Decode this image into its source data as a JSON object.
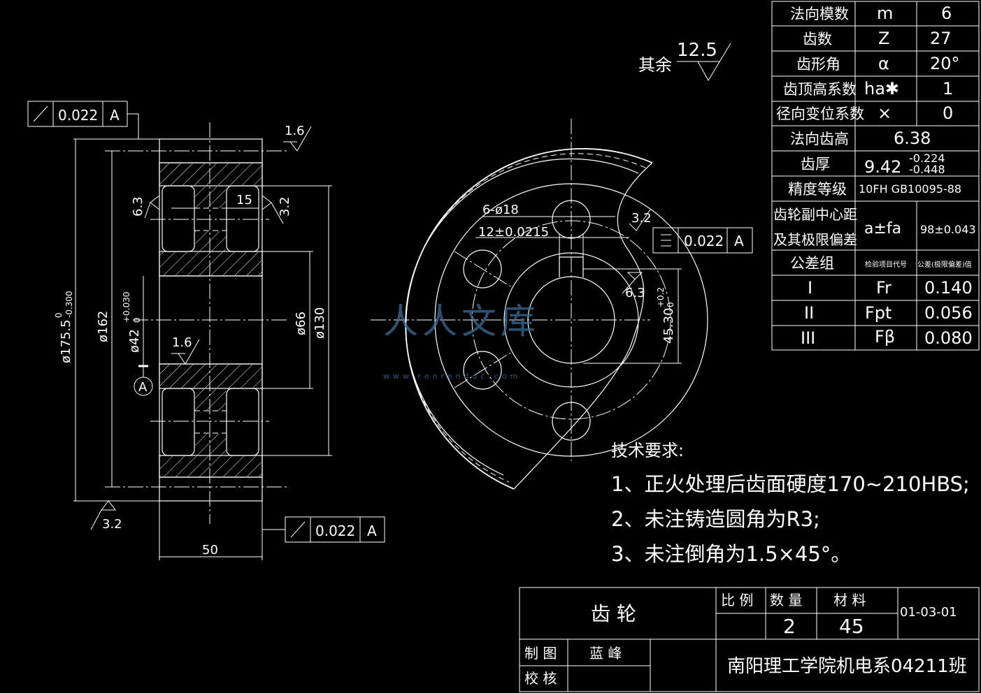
{
  "params": [
    {
      "name": "法向模数",
      "sym": "m",
      "val": "6"
    },
    {
      "name": "齿数",
      "sym": "Z",
      "val": "27"
    },
    {
      "name": "齿形角",
      "sym": "α",
      "val": "20°"
    },
    {
      "name": "齿顶高系数",
      "sym": "ha✱",
      "val": "1"
    },
    {
      "name": "径向变位系数",
      "sym": "×",
      "val": "0"
    },
    {
      "name": "法向齿高",
      "val": "6.38"
    },
    {
      "name": "齿厚",
      "val": "9.42",
      "upper": "-0.224",
      "lower": "-0.448"
    },
    {
      "name": "精度等级",
      "val": "10FH  GB10095-88"
    },
    {
      "name1": "齿轮副中心距",
      "name2": "及其极限偏差",
      "sym": "a±fa",
      "val": "98±0.043"
    },
    {
      "name": "公差组",
      "sym": "检验项目代号",
      "val": "公差(极限偏差)值"
    },
    {
      "name": "I",
      "sym": "Fr",
      "val": "0.140"
    },
    {
      "name": "II",
      "sym": "Fpt",
      "val": "0.056"
    },
    {
      "name": "III",
      "sym": "Fβ",
      "val": "0.080"
    }
  ],
  "roughness_other": {
    "label": "其余",
    "value": "12.5"
  },
  "tech": {
    "title": "技术要求:",
    "items": [
      "1、正火处理后齿面硬度170~210HBS;",
      "2、未注铸造圆角为R3;",
      "3、未注倒角为1.5×45°。"
    ]
  },
  "titleblock": {
    "part": "齿  轮",
    "scale_label": "比  例",
    "qty_label": "数  量",
    "mat_label": "材  料",
    "qty": "2",
    "mat": "45",
    "code": "01-03-01",
    "draw_label": "制  图",
    "drawer": "蓝  峰",
    "check_label": "校  核",
    "school": "南阳理工学院机电系04211班"
  },
  "section": {
    "tol_top": "0.022",
    "tol_top_datum": "A",
    "tol_bottom": "0.022",
    "tol_bottom_datum": "A",
    "rough_top": "1.6",
    "rough_left": "6.3",
    "rough_right": "3.2",
    "rough_mid": "1.6",
    "rough_bottom": "3.2",
    "dim_15": "15",
    "dim_175": "ø175.5",
    "dim_175_up": "0",
    "dim_175_low": "-0.300",
    "dim_162": "ø162",
    "dim_42": "ø42",
    "dim_42_up": "+0.030",
    "dim_42_low": "0",
    "dim_66": "ø66",
    "dim_130": "ø130",
    "dim_50": "50",
    "datum": "A"
  },
  "front": {
    "holes": "6-ø18",
    "pitch": "12",
    "pitch_tol": "±0.0215",
    "rough_kw": "3.2",
    "sym_tol": "0.022",
    "sym_datum": "A",
    "rough_kb": "6.3",
    "key_dim": "45.30",
    "key_up": "+0.2",
    "key_low": "0"
  },
  "watermark": {
    "text": "人人文库",
    "url": "www.renrendoc.com"
  }
}
